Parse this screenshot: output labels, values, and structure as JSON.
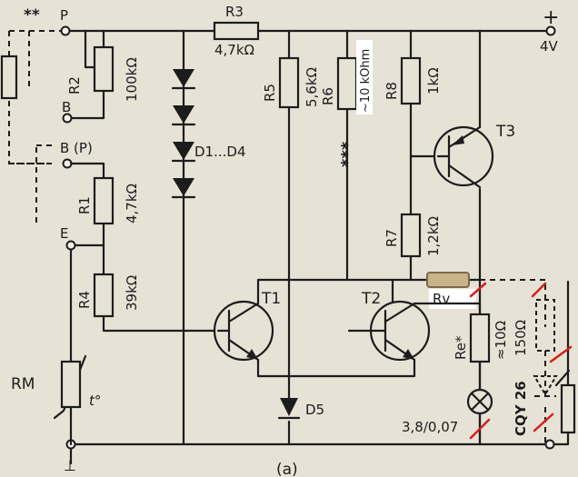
{
  "terminals": {
    "p": "P",
    "b": "B",
    "b_p": "B (P)",
    "e": "E",
    "supply": "4V",
    "plus": "+",
    "ground": "⊥",
    "star2": "**"
  },
  "resistors": {
    "r3": {
      "name": "R3",
      "value": "4,7kΩ"
    },
    "r2": {
      "name": "R2",
      "value": "100kΩ"
    },
    "r1": {
      "name": "R1",
      "value": "4,7kΩ"
    },
    "r4": {
      "name": "R4",
      "value": "39kΩ"
    },
    "r5": {
      "name": "R5",
      "value": "5,6kΩ"
    },
    "r6": {
      "name": "R6",
      "value": "~10 kOhm",
      "mark": "***"
    },
    "r8": {
      "name": "R8",
      "value": "1kΩ"
    },
    "r7": {
      "name": "R7",
      "value": "1,2kΩ"
    },
    "rv": {
      "name": "Rv"
    },
    "re": {
      "name": "Re*",
      "value": "≈10Ω"
    },
    "r150": {
      "value": "150Ω"
    },
    "rm": {
      "name": "RM",
      "mark": "t°"
    }
  },
  "semis": {
    "diodes": "D1...D4",
    "d5": "D5",
    "t1": "T1",
    "t2": "T2",
    "t3": "T3"
  },
  "lamp": {
    "rating": "3,8/0,07"
  },
  "led": {
    "name": "CQY 26"
  },
  "caption": "(a)",
  "colors": {
    "ink": "#1c1c1c",
    "paper": "#e7e2d6",
    "correction": "#d6201a"
  }
}
